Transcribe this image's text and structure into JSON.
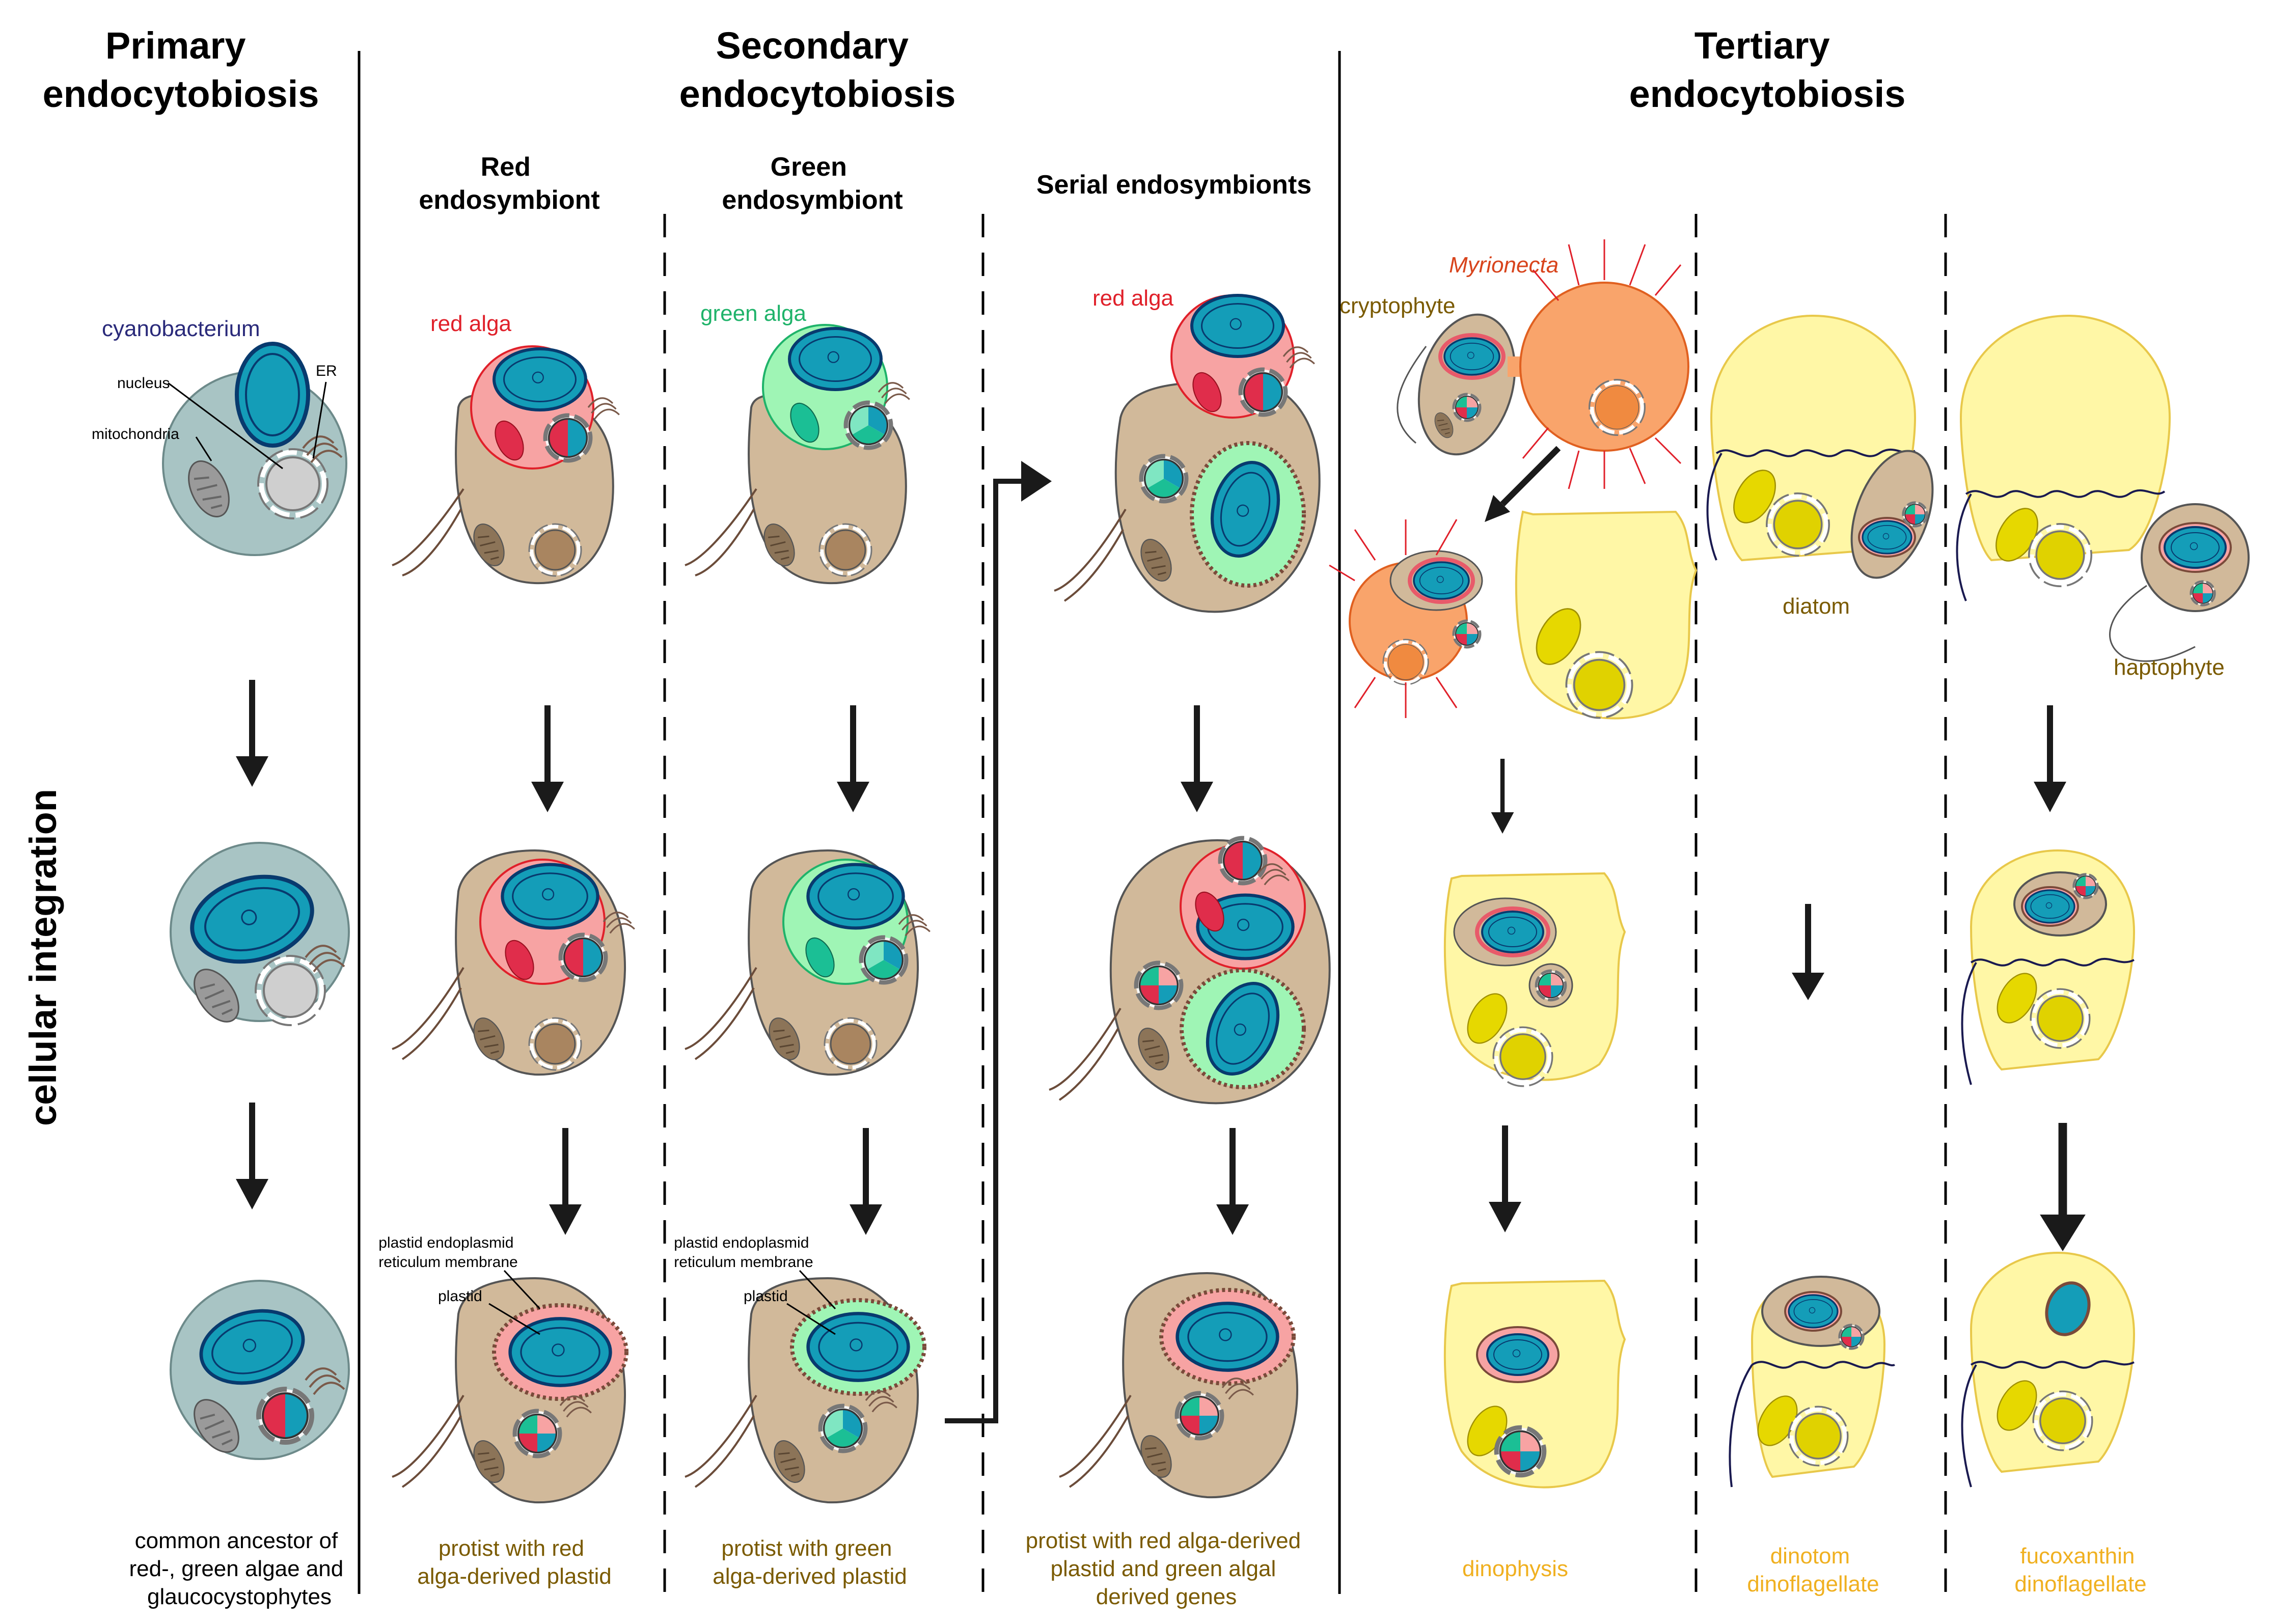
{
  "headings": {
    "primary": [
      "Primary",
      "endocytobiosis"
    ],
    "secondary": [
      "Secondary",
      "endocytobiosis"
    ],
    "tertiary": [
      "Tertiary",
      "endocytobiosis"
    ]
  },
  "subheadings": {
    "red": [
      "Red",
      "endosymbiont"
    ],
    "green": [
      "Green",
      "endosymbiont"
    ],
    "serial": "Serial endosymbionts"
  },
  "side_label": "cellular integration",
  "labels": {
    "cyanobacterium": "cyanobacterium",
    "nucleus": "nucleus",
    "er": "ER",
    "mitochondria": "mitochondria",
    "red_alga_1": "red alga",
    "green_alga": "green alga",
    "red_alga_2": "red alga",
    "myrionecta": "Myrionecta",
    "cryptophyte": "cryptophyte",
    "diatom": "diatom",
    "haptophyte": "haptophyte",
    "pm_red": [
      "plastid endoplasmid",
      "reticulum membrane"
    ],
    "plastid_red": "plastid",
    "pm_green": [
      "plastid endoplasmid",
      "reticulum membrane"
    ],
    "plastid_green": "plastid"
  },
  "captions": {
    "primary": [
      "common ancestor of",
      "red-, green algae and",
      "glaucocystophytes"
    ],
    "red": [
      "protist with red",
      "alga-derived plastid"
    ],
    "green": [
      "protist with green",
      "alga-derived plastid"
    ],
    "serial": [
      "protist with red alga-derived",
      "plastid and green algal",
      "derived genes"
    ],
    "dinophysis": [
      "dinophysis"
    ],
    "dinotom": [
      "dinotom",
      "dinoflagellate"
    ],
    "fucoxanthin": [
      "fucoxanthin",
      "dinoflagellate"
    ]
  },
  "colors": {
    "blue_label": "#2a2a7a",
    "red_label": "#e0202a",
    "green_label": "#1fb36a",
    "orange_label": "#d8441c",
    "brown_label": "#7a5a00",
    "yellow_label": "#f0b020",
    "host": "#d1b99a",
    "glauco": "#a8c4c4",
    "red_alga": "#f7a3a3",
    "green_alga": "#9ff5b5",
    "nucleus": "#149db8",
    "yellow_cell": "#fff7a6",
    "myrionecta": "#f9a46b"
  }
}
